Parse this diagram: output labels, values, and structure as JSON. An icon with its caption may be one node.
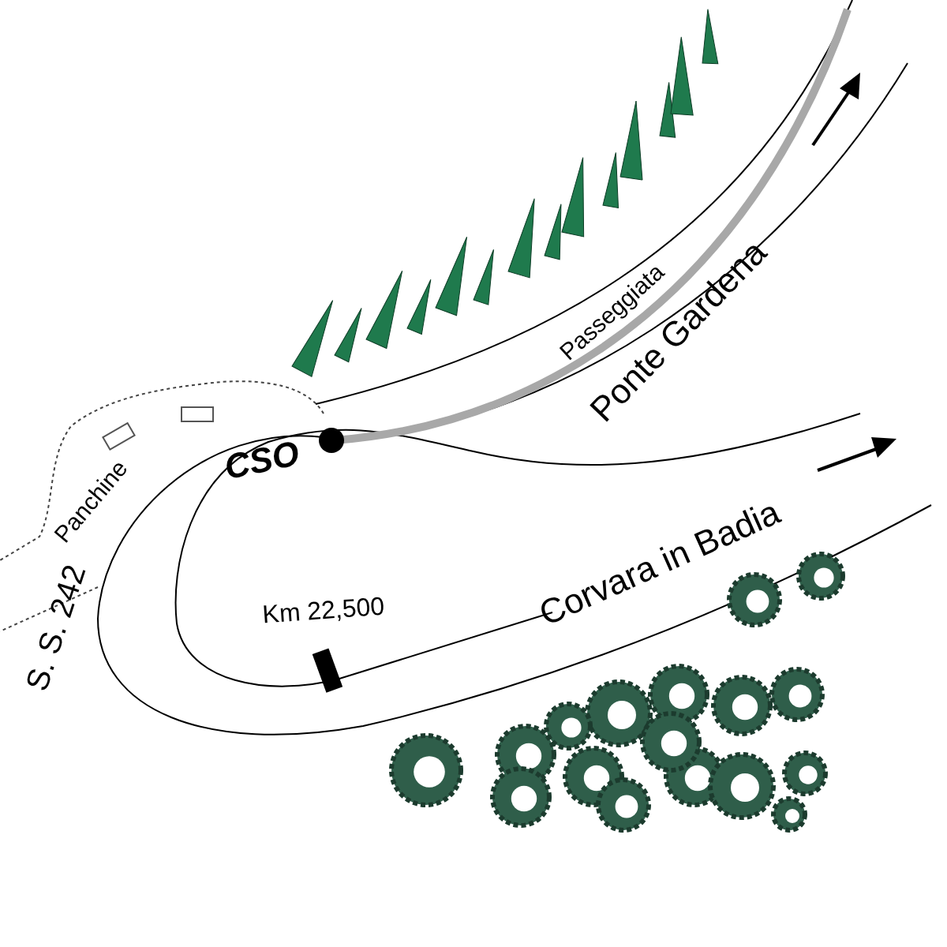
{
  "diagram": {
    "labels": [
      "Passeggiata",
      "Ponte Gardena",
      "CSO",
      "Panchine",
      "S. S. 242",
      "Km 22,500",
      "Corvara in Badia"
    ]
  }
}
